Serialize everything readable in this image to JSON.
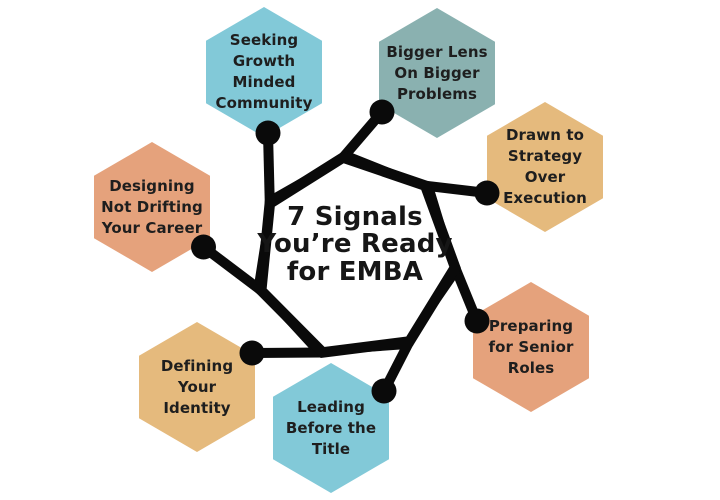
{
  "center": {
    "title": "7 Signals\nYou’re Ready\nfor EMBA"
  },
  "colors": {
    "light_blue": "#82C9D8",
    "teal": "#8AB1B0",
    "tan": "#E5BA7D",
    "salmon": "#E5A27C",
    "connector_black": "#0A0A0A",
    "label_text": "#1E1E1E",
    "background": "#FFFFFF"
  },
  "nodes": [
    {
      "id": "seeking-growth",
      "label": "Seeking\nGrowth\nMinded\nCommunity",
      "color": "#82C9D8"
    },
    {
      "id": "bigger-lens",
      "label": "Bigger Lens\nOn Bigger\nProblems",
      "color": "#8AB1B0"
    },
    {
      "id": "drawn-to-strategy",
      "label": "Drawn to\nStrategy\nOver\nExecution",
      "color": "#E5BA7D"
    },
    {
      "id": "preparing-senior-roles",
      "label": "Preparing\nfor Senior\nRoles",
      "color": "#E5A27C"
    },
    {
      "id": "leading-before-title",
      "label": "Leading\nBefore the\nTitle",
      "color": "#82C9D8"
    },
    {
      "id": "defining-identity",
      "label": "Defining\nYour\nIdentity",
      "color": "#E5BA7D"
    },
    {
      "id": "designing-career",
      "label": "Designing\nNot Drifting\nYour Career",
      "color": "#E5A27C"
    }
  ]
}
